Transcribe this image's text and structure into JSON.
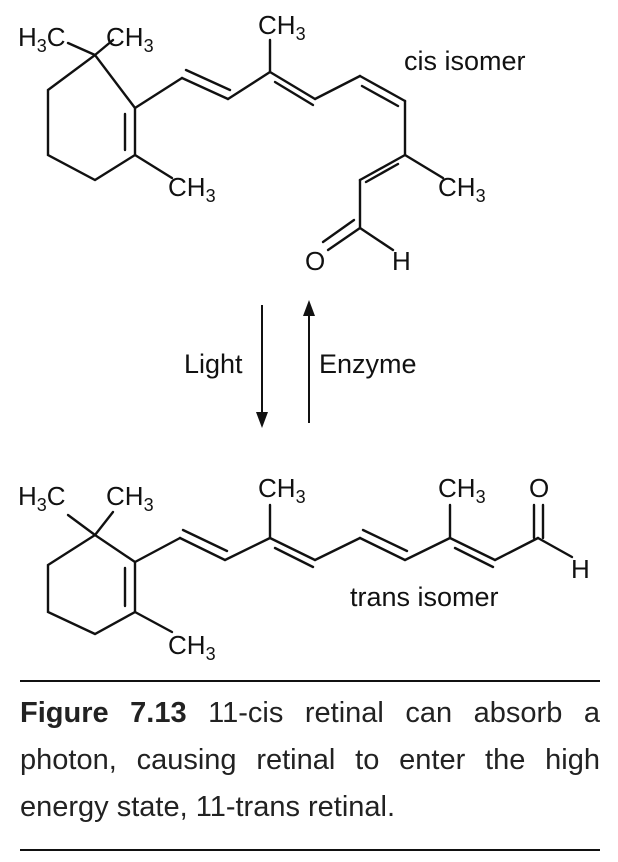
{
  "cis": {
    "label": "cis isomer",
    "atoms": {
      "h3c": "H",
      "h3c_sub": "3",
      "h3c_c": "C",
      "gem_ch3": "CH",
      "gem_ch3_sub": "3",
      "top_ch3": "CH",
      "top_ch3_sub": "3",
      "ring_ch3": "CH",
      "ring_ch3_sub": "3",
      "side_ch3": "CH",
      "side_ch3_sub": "3",
      "o": "O",
      "h": "H"
    }
  },
  "arrows": {
    "forward_label": "Light",
    "reverse_label": "Enzyme"
  },
  "trans": {
    "label": "trans isomer",
    "atoms": {
      "h3c": "H",
      "h3c_sub": "3",
      "h3c_c": "C",
      "gem_ch3": "CH",
      "gem_ch3_sub": "3",
      "mid_ch3": "CH",
      "mid_ch3_sub": "3",
      "right_ch3": "CH",
      "right_ch3_sub": "3",
      "ring_ch3": "CH",
      "ring_ch3_sub": "3",
      "o": "O",
      "h": "H"
    }
  },
  "caption": {
    "label": "Figure 7.13",
    "text": "11-cis retinal can absorb a photon, causing retinal to enter the high energy state, 11-trans retinal."
  }
}
